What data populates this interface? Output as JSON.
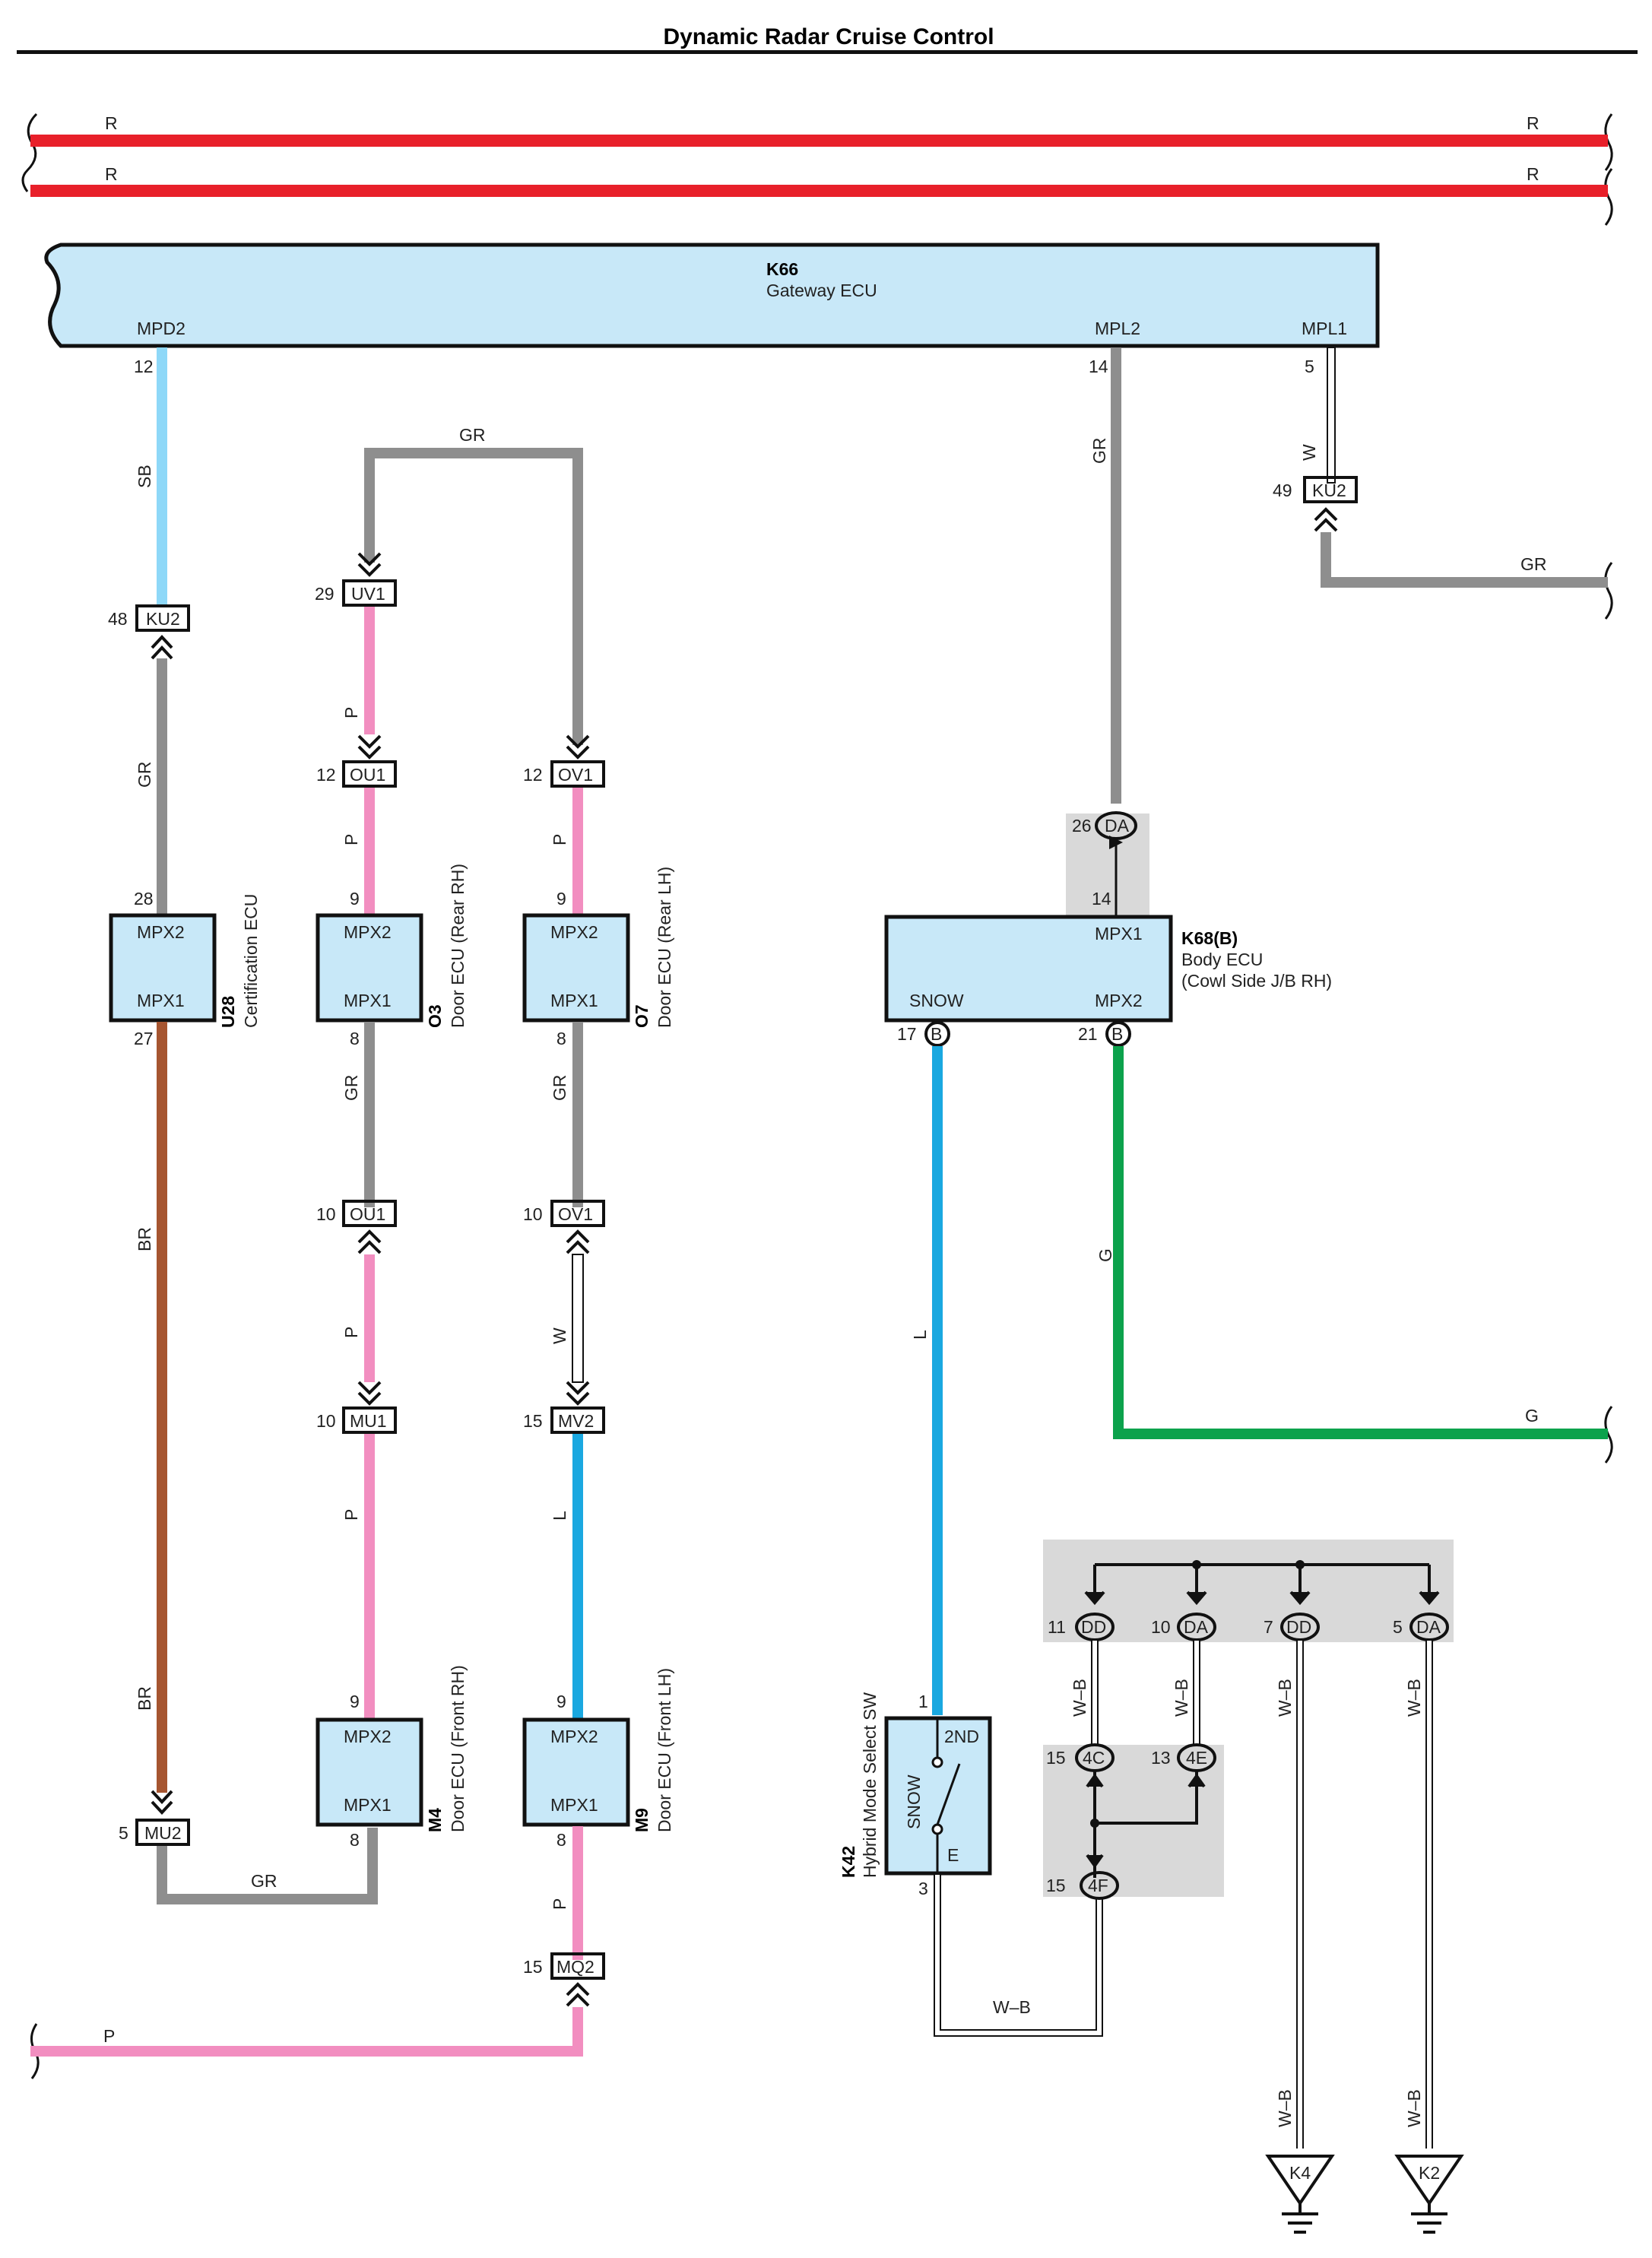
{
  "title": "Dynamic Radar Cruise Control",
  "colors": {
    "R": "#e8202a",
    "GR": "#8e8e8e",
    "SB": "#8ed8f8",
    "P": "#f28ec0",
    "BR": "#a65530",
    "L": "#1aa8e0",
    "G": "#0ca24c",
    "W": "#ffffff",
    "W-B": "#ffffff"
  },
  "wire_labels": {
    "R": "R",
    "GR": "GR",
    "SB": "SB",
    "P": "P",
    "BR": "BR",
    "L": "L",
    "G": "G",
    "W": "W",
    "WB": "W–B"
  },
  "k66": {
    "id": "K66",
    "name": "Gateway ECU",
    "pins": {
      "mpd2": "MPD2",
      "mpl2": "MPL2",
      "mpl1": "MPL1"
    },
    "pin_numbers": {
      "mpd2": "12",
      "mpl2": "14",
      "mpl1": "5"
    }
  },
  "k68": {
    "id": "K68(B)",
    "name": "Body ECU",
    "location": "(Cowl Side J/B RH)",
    "pins": {
      "mpx1": "MPX1",
      "snow": "SNOW",
      "mpx2": "MPX2"
    },
    "pin_numbers": {
      "mpx1": "14",
      "snow": "17",
      "mpx2": "21"
    },
    "conn": "B"
  },
  "u28": {
    "id": "U28",
    "name": "Certification ECU",
    "mpx2": "MPX2",
    "mpx1": "MPX1",
    "pin_top": "28",
    "pin_bottom": "27"
  },
  "o3": {
    "id": "O3",
    "name": "Door ECU (Rear RH)",
    "mpx2": "MPX2",
    "mpx1": "MPX1",
    "pin_top": "9",
    "pin_bottom": "8"
  },
  "o7": {
    "id": "O7",
    "name": "Door ECU (Rear LH)",
    "mpx2": "MPX2",
    "mpx1": "MPX1",
    "pin_top": "9",
    "pin_bottom": "8"
  },
  "m4": {
    "id": "M4",
    "name": "Door ECU (Front RH)",
    "mpx2": "MPX2",
    "mpx1": "MPX1",
    "pin_top": "9",
    "pin_bottom": "8"
  },
  "m9": {
    "id": "M9",
    "name": "Door ECU (Front LH)",
    "mpx2": "MPX2",
    "mpx1": "MPX1",
    "pin_top": "9",
    "pin_bottom": "8"
  },
  "k42": {
    "id": "K42",
    "name": "Hybrid Mode Select SW",
    "pos_2nd": "2ND",
    "pos_snow": "SNOW",
    "pos_e": "E",
    "pin_top": "1",
    "pin_bottom": "3"
  },
  "connectors": {
    "ku2_a": {
      "label": "KU2",
      "pin": "48"
    },
    "ku2_b": {
      "label": "KU2",
      "pin": "49"
    },
    "uv1": {
      "label": "UV1",
      "pin": "29"
    },
    "ou1_a": {
      "label": "OU1",
      "pin": "12"
    },
    "ov1_a": {
      "label": "OV1",
      "pin": "12"
    },
    "ou1_b": {
      "label": "OU1",
      "pin": "10"
    },
    "ov1_b": {
      "label": "OV1",
      "pin": "10"
    },
    "mu1": {
      "label": "MU1",
      "pin": "10"
    },
    "mv2": {
      "label": "MV2",
      "pin": "15"
    },
    "mu2": {
      "label": "MU2",
      "pin": "5"
    },
    "mq2": {
      "label": "MQ2",
      "pin": "15"
    },
    "da_26": {
      "label": "DA",
      "pin": "26"
    },
    "dd_11": {
      "label": "DD",
      "pin": "11"
    },
    "da_10": {
      "label": "DA",
      "pin": "10"
    },
    "dd_7": {
      "label": "DD",
      "pin": "7"
    },
    "da_5": {
      "label": "DA",
      "pin": "5"
    },
    "c4c": {
      "label": "4C",
      "pin": "15"
    },
    "c4e": {
      "label": "4E",
      "pin": "13"
    },
    "c4f": {
      "label": "4F",
      "pin": "15"
    }
  },
  "grounds": {
    "k4": "K4",
    "k2": "K2"
  }
}
